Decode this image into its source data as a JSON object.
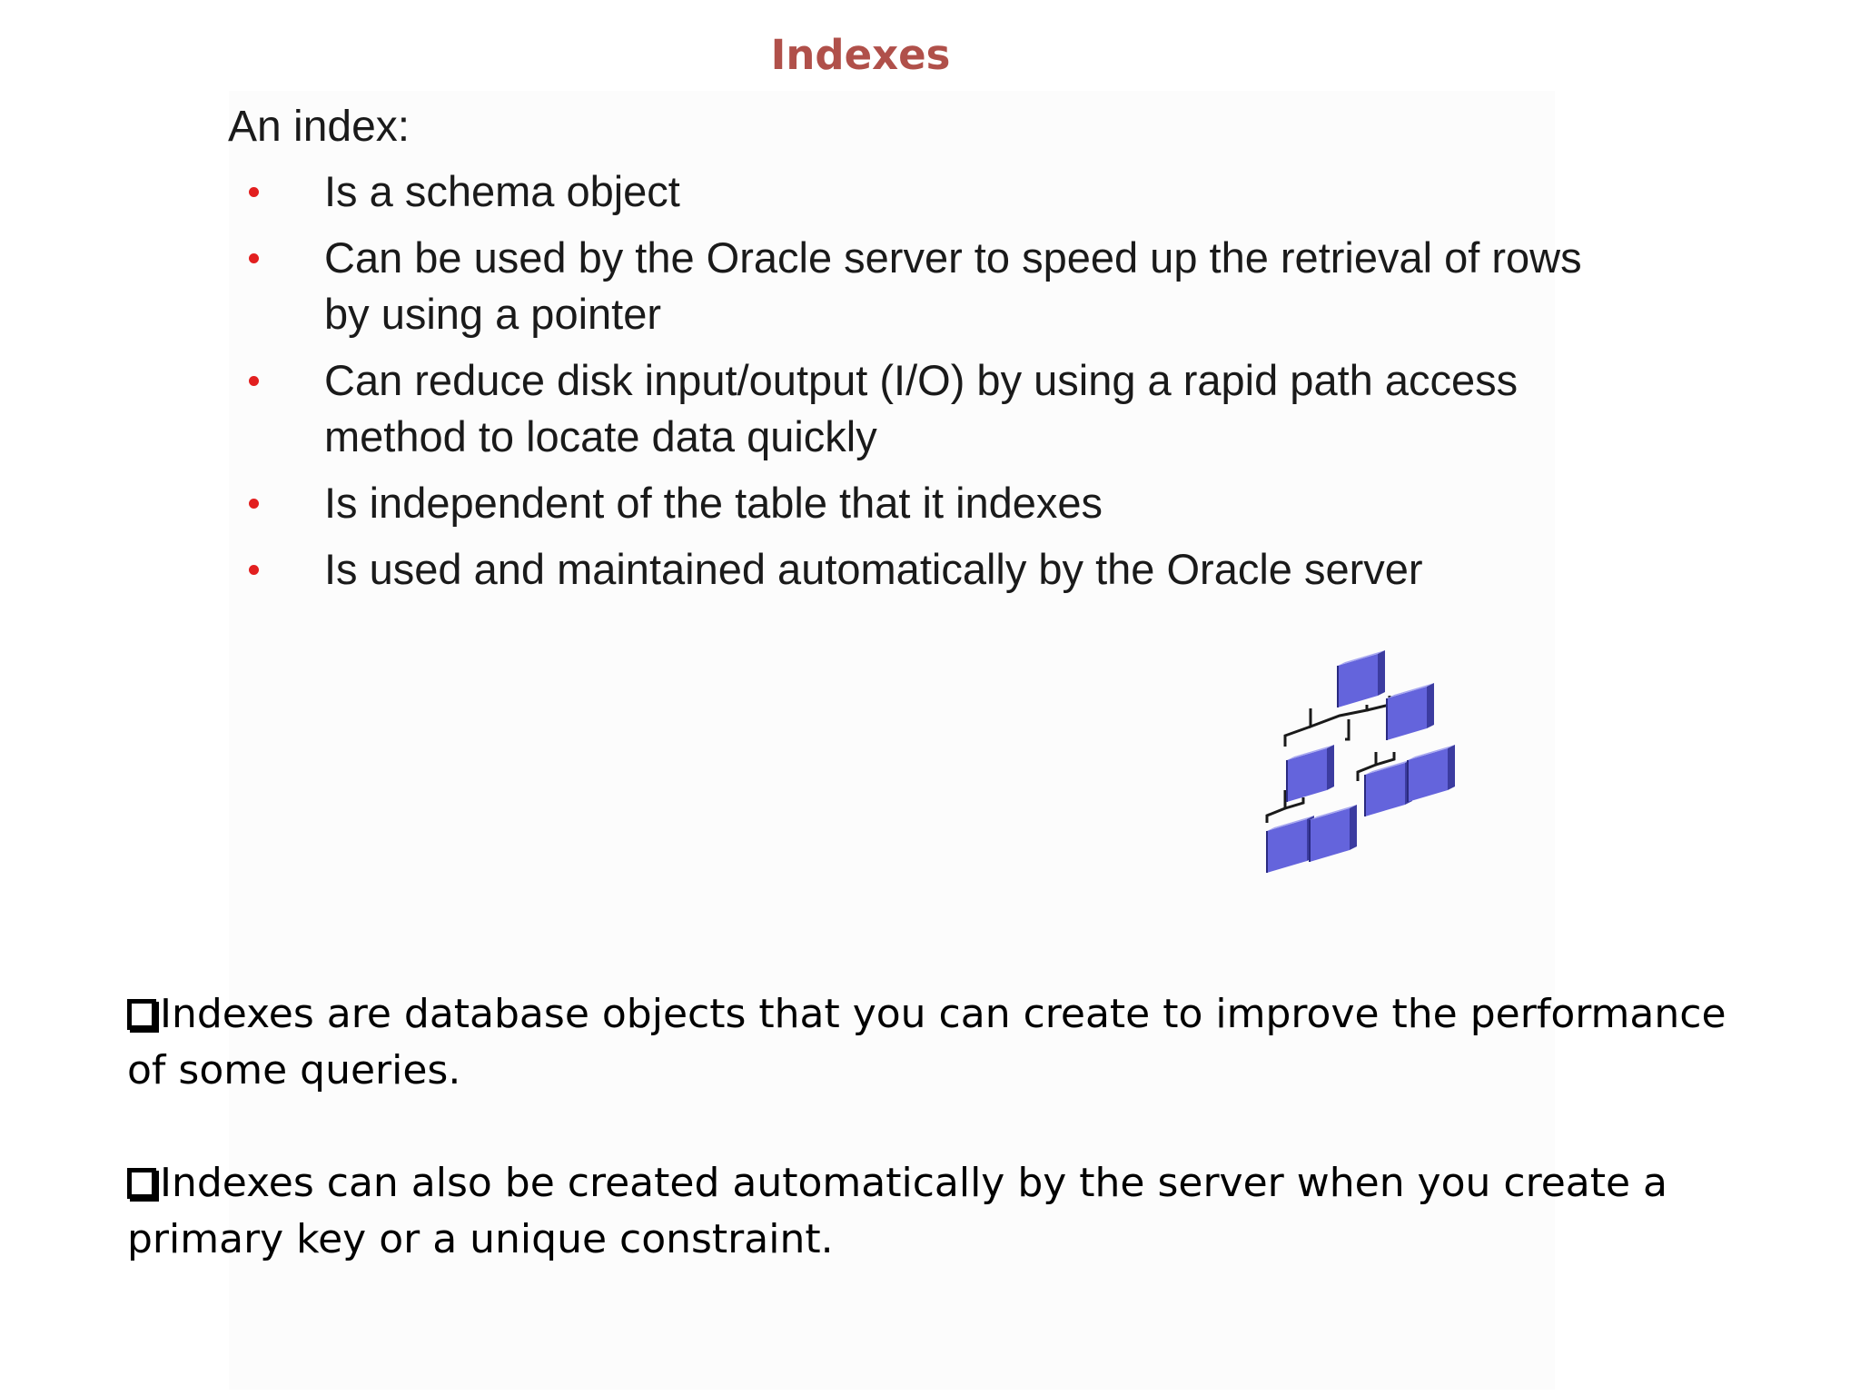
{
  "title": "Indexes",
  "intro": "An index:",
  "bullets": [
    "Is a schema object",
    "Can be used by the Oracle server to speed up the retrieval of rows by using a pointer",
    "Can reduce disk input/output (I/O) by using a rapid path access method to locate data quickly",
    "Is independent of the table that it indexes",
    "Is used and maintained automatically by the Oracle server"
  ],
  "colors": {
    "title": "#b0504a",
    "bullet": "#e21f1f",
    "tree_node": "#6464dc"
  },
  "graphic": {
    "icon": "index-tree-icon"
  },
  "notes": [
    "Indexes are database objects that you can create to improve the performance of some queries.",
    "Indexes can also be created automatically by the server when you create a primary key or a unique constraint."
  ]
}
